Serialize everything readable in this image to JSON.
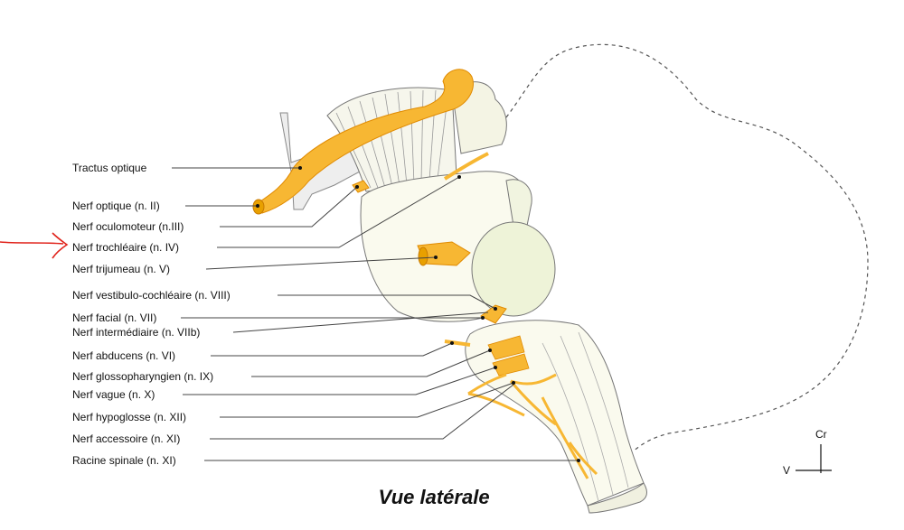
{
  "title": "Vue latérale",
  "labels": [
    "Tractus optique",
    "Nerf optique (n. II)",
    "Nerf oculomoteur (n.III)",
    "Nerf trochléaire (n. IV)",
    "Nerf trijumeau (n. V)",
    "Nerf vestibulo-cochléaire (n. VIII)",
    "Nerf facial (n. VII)",
    "Nerf intermédiaire (n. VIIb)",
    "Nerf abducens (n. VI)",
    "Nerf glossopharyngien (n. IX)",
    "Nerf vague (n. X)",
    "Nerf hypoglosse (n. XII)",
    "Nerf accessoire (n. XI)",
    "Racine spinale (n. XI)"
  ],
  "orientation": {
    "up": "Cr",
    "left": "V"
  },
  "colors": {
    "nerve": "#f7b733",
    "nerve_edge": "#e08a00",
    "tissue": "#fbfbea",
    "tissue_edge": "#8a8a7a",
    "pointer": "#e0221a"
  }
}
